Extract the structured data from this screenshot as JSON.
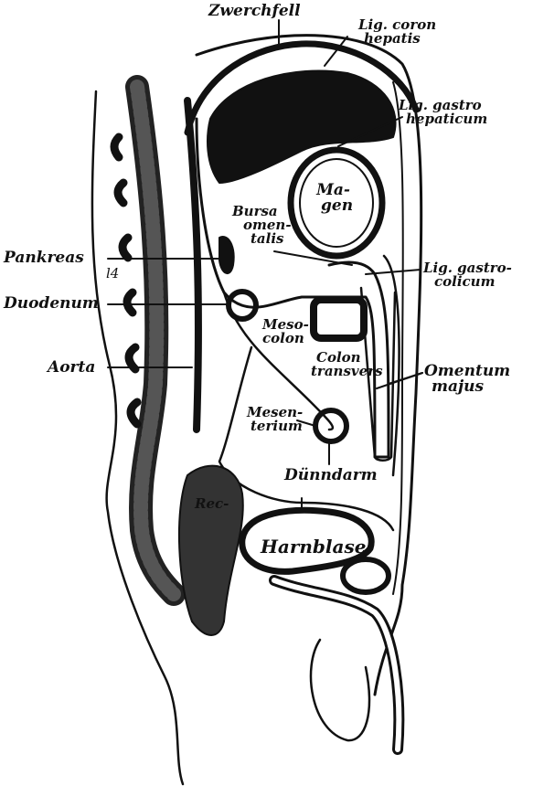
{
  "labels": {
    "zwerchfell": "Zwerchfell",
    "lig_coron_1": "Lig. coron",
    "lig_coron_2": "hepatis",
    "lig_gastro_hep_1": "Lig. gastro",
    "lig_gastro_hep_2": "hepaticum",
    "magen_1": "Ma-",
    "magen_2": "gen",
    "bursa_1": "Bursa",
    "bursa_2": "omen-",
    "bursa_3": "talis",
    "pankreas": "Pankreas",
    "lig_gastrocol_1": "Lig. gastro-",
    "lig_gastrocol_2": "colicum",
    "duodenum": "Duodenum",
    "mesocolon_1": "Meso-",
    "mesocolon_2": "colon",
    "colon_1": "Colon",
    "colon_2": "transvers",
    "aorta": "Aorta",
    "omentum_1": "Omentum",
    "omentum_2": "majus",
    "mesenterium_1": "Mesen-",
    "mesenterium_2": "terium",
    "duenndarm": "Dünndarm",
    "harnblase": "Harnblase",
    "rectum": "Rec-",
    "vertebra_mark": "l4"
  },
  "colors": {
    "ink": "#111111",
    "paper": "#ffffff"
  }
}
